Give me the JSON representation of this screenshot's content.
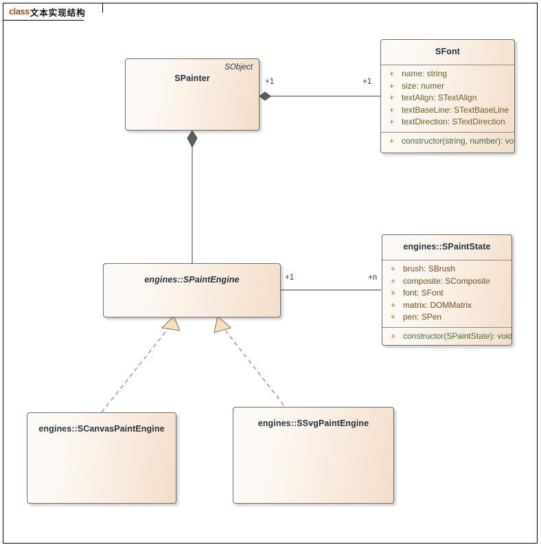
{
  "frame": {
    "keyword": "class",
    "title": "文本实现结构"
  },
  "colors": {
    "box_border": "#6b6b6b",
    "box_fill_light": "#fdfaf6",
    "box_fill_dark": "#f3ddc9",
    "attribute_text": "#7b4a1e",
    "method_text": "#3f6b3f",
    "visibility_plus": "#c86a2b",
    "class_name": "#26313d",
    "connector_line": "#5a5a5a",
    "diamond_fill": "#5d5d5d",
    "triangle_fill": "#f6e0bd",
    "keyword_text": "#8c4a20"
  },
  "classes": {
    "spainter": {
      "name": "SPainter",
      "stereotype": "SObject",
      "abstract": false
    },
    "sfont": {
      "name": "SFont",
      "abstract": false,
      "attributes": [
        {
          "visibility": "+",
          "text": "name: string"
        },
        {
          "visibility": "+",
          "text": "size: numer"
        },
        {
          "visibility": "+",
          "text": "textAlign: STextAlign"
        },
        {
          "visibility": "+",
          "text": "textBaseLine: STextBaseLine"
        },
        {
          "visibility": "+",
          "text": "textDirection: STextDirection"
        }
      ],
      "methods": [
        {
          "visibility": "+",
          "text": "constructor(string, number): void"
        }
      ]
    },
    "spaintengine": {
      "name": "engines::SPaintEngine",
      "abstract": true
    },
    "spaintstate": {
      "name": "engines::SPaintState",
      "abstract": false,
      "attributes": [
        {
          "visibility": "+",
          "text": "brush: SBrush"
        },
        {
          "visibility": "+",
          "text": "composite: SComposite"
        },
        {
          "visibility": "+",
          "text": "font: SFont"
        },
        {
          "visibility": "+",
          "text": "matrix: DOMMatrix"
        },
        {
          "visibility": "+",
          "text": "pen: SPen"
        }
      ],
      "methods": [
        {
          "visibility": "+",
          "text": "constructor(SPaintState): void"
        }
      ]
    },
    "scanvaspaintengine": {
      "name": "engines::SCanvasPaintEngine",
      "abstract": false
    },
    "ssvgpaintengine": {
      "name": "engines::SSvgPaintEngine",
      "abstract": false
    }
  },
  "relations": {
    "painter_font": {
      "type": "aggregation",
      "source_multiplicity": "+1",
      "target_multiplicity": "+1"
    },
    "painter_engine": {
      "type": "aggregation"
    },
    "engine_state": {
      "type": "association",
      "source_multiplicity": "+1",
      "target_multiplicity": "+n"
    },
    "canvas_realizes": {
      "type": "realization"
    },
    "svg_realizes": {
      "type": "realization"
    }
  }
}
